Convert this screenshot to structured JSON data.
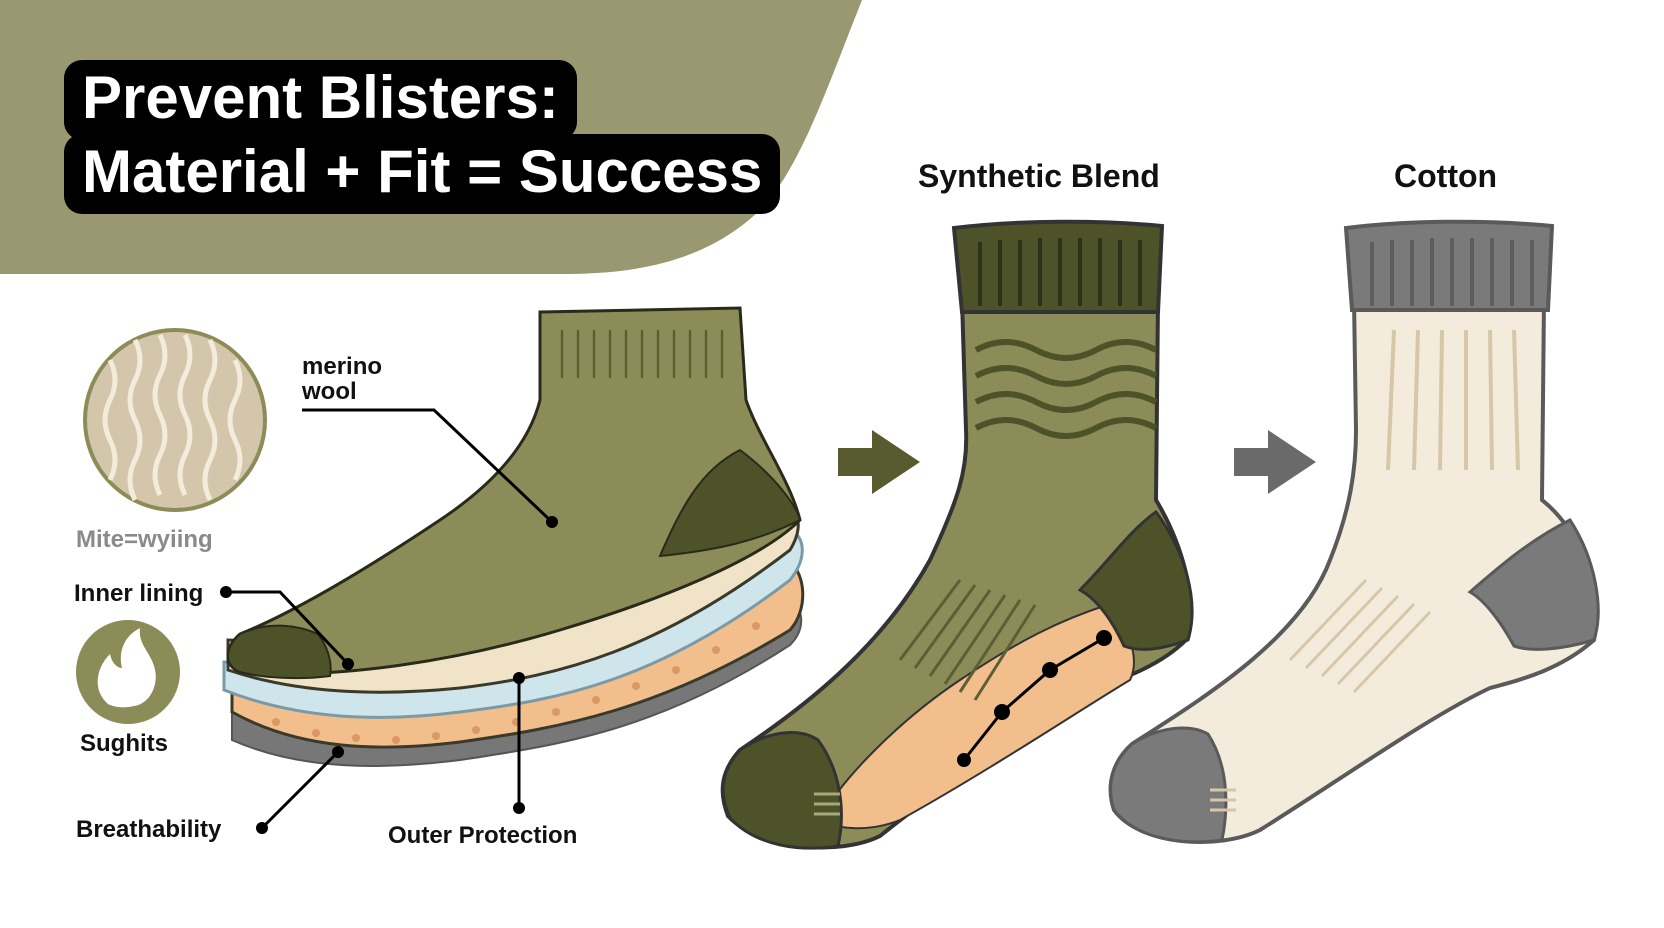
{
  "title": {
    "line1": "Prevent Blisters:",
    "line2": "Material + Fit = Success"
  },
  "labels": {
    "merino_line1": "merino",
    "merino_line2": "wool",
    "wicking": "Mite=wyiing",
    "inner_lining": "Inner lining",
    "sughits": "Sughits",
    "breathability": "Breathability",
    "outer_protection": "Outer Protection",
    "synthetic_blend": "Synthetic Blend",
    "cotton": "Cotton"
  },
  "icons": {
    "texture": "wool-texture-icon",
    "flame": "flame-drop-icon",
    "arrow": "arrow-right-icon"
  },
  "colors": {
    "banner": "#9a9870",
    "olive": "#8b8c58",
    "olive_dark": "#4e5228",
    "tan_layer": "#f2be8c",
    "blue_layer": "#cfe5ec",
    "cream": "#f3ebdc",
    "grey": "#7a7a7a"
  }
}
